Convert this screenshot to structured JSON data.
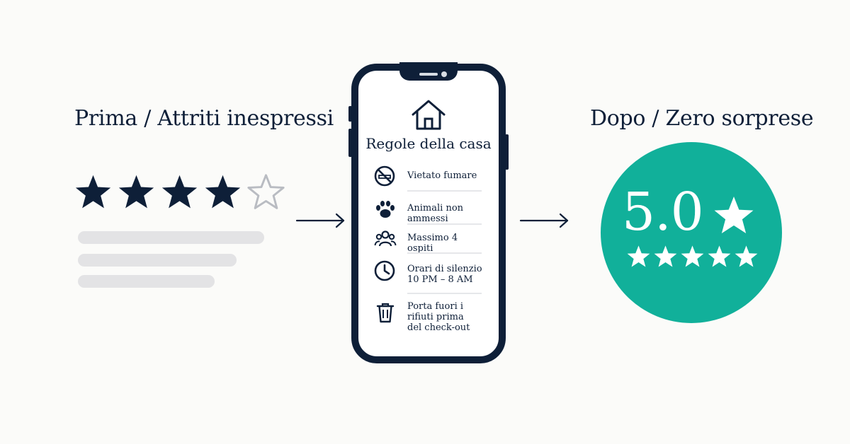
{
  "before": {
    "title": "Prima / Attriti inespressi",
    "rating": 4,
    "max_rating": 5
  },
  "phone": {
    "title": "Regole della casa",
    "rules": [
      {
        "icon": "no-smoking-icon",
        "text": "Vietato fumare"
      },
      {
        "icon": "paw-icon",
        "text": "Animali non ammessi"
      },
      {
        "icon": "guests-icon",
        "text": "Massimo 4 ospiti"
      },
      {
        "icon": "clock-icon",
        "text": "Orari di silenzio 10 PM – 8 AM"
      },
      {
        "icon": "trash-icon",
        "text": "Porta fuori i rifiuti prima del check-out"
      }
    ]
  },
  "after": {
    "title": "Dopo / Zero sorprese",
    "score": "5.0",
    "rating": 5,
    "max_rating": 5
  },
  "colors": {
    "navy": "#0e1f38",
    "teal": "#11b09a",
    "placeholder_bar": "#e3e3e5",
    "background": "#fbfbf9"
  }
}
